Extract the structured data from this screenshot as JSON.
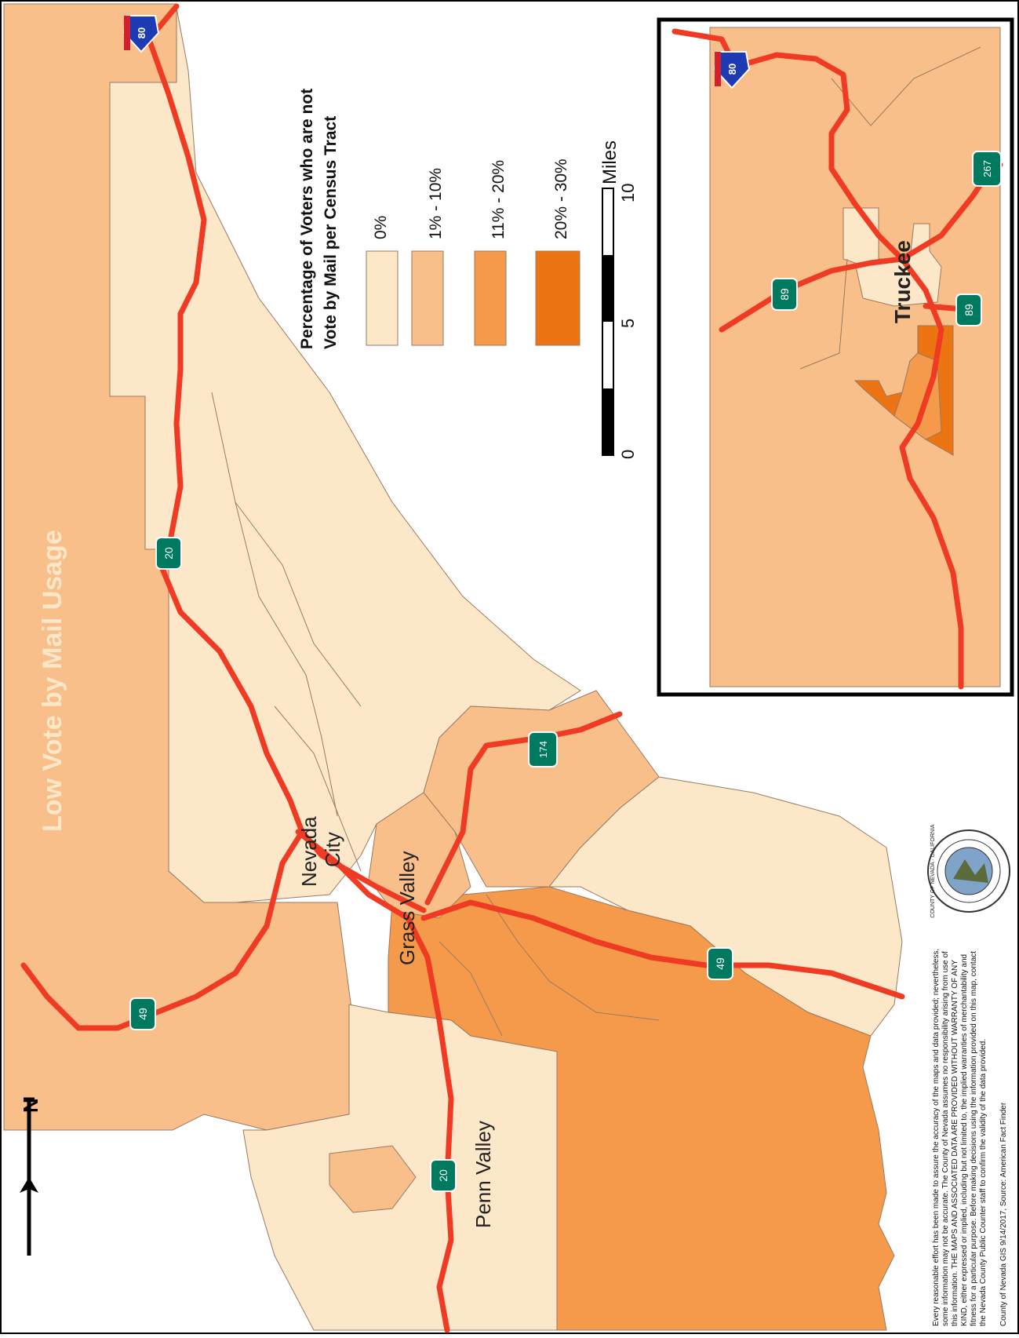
{
  "map": {
    "title": "Low Vote by Mail Usage",
    "legend": {
      "title_line1": "Percentage of Voters who are not",
      "title_line2": "Vote by Mail per Census Tract",
      "classes": [
        {
          "label": "0%",
          "color": "#fde7c9"
        },
        {
          "label": "1% - 10%",
          "color": "#f9bf8a"
        },
        {
          "label": "11% - 20%",
          "color": "#f59a4a"
        },
        {
          "label": "20% - 30%",
          "color": "#ec7412"
        }
      ]
    },
    "scale_bar": {
      "unit": "Miles",
      "ticks": [
        "0",
        "5",
        "10"
      ]
    },
    "places": {
      "nevada_city_line1": "Nevada",
      "nevada_city_line2": "City",
      "grass_valley": "Grass Valley",
      "penn_valley": "Penn Valley",
      "truckee": "Truckee"
    },
    "highway_shields": {
      "i80_main": "80",
      "i80_inset": "80",
      "sr20_east": "20",
      "sr20_west": "20",
      "sr49_north": "49",
      "sr49_south": "49",
      "sr174": "174",
      "sr89_west": "89",
      "sr89_south": "89",
      "sr267": "267"
    },
    "seal_text": "COUNTY OF NEVADA · CALIFORNIA",
    "disclaimer_lines": [
      "Every reasonable effort has been made to assure the accuracy of the maps and data provided; nevertheless,",
      "some information may not be accurate. The County of Nevada assumes no responsibility arising from use of",
      "this information. THE MAPS AND ASSOCIATED DATA ARE PROVIDED WITHOUT WARRANTY OF ANY",
      "KIND, either expressed or implied, including but not limited to, the implied warranties of merchantability and",
      "fitness for a particular purpose. Before making decisions using the information provided on this map, contact",
      "the Nevada County Public Counter staff to confirm the validity of the data provided."
    ],
    "source": "County of Nevada GIS 9/14/2017, Source: American Fact Finder",
    "north_label": "N",
    "colors": {
      "road": "#ef3b24",
      "shield_green": "#007a5e",
      "interstate_blue": "#1f3bb3",
      "interstate_red": "#d22030",
      "tract_border": "#9a7a60"
    }
  }
}
